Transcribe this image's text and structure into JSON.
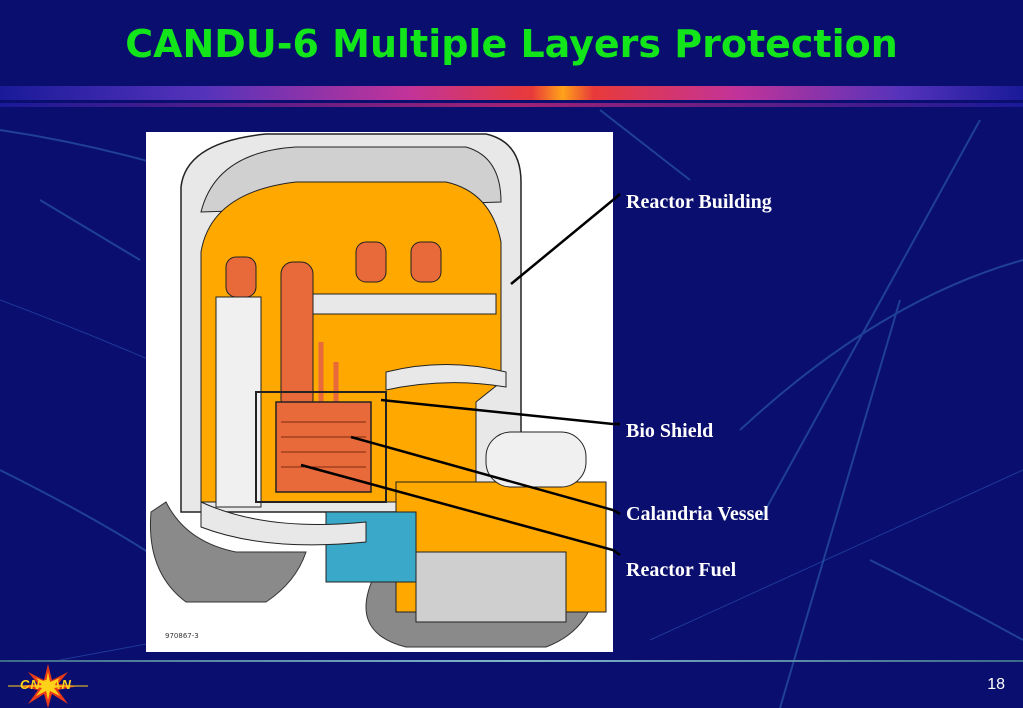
{
  "slide": {
    "title": "CANDU-6 Multiple Layers Protection",
    "page_number": "18",
    "logo_text": "CNCAN"
  },
  "diagram": {
    "figure_code": "970867-3",
    "callouts": [
      {
        "label": "Reactor Building"
      },
      {
        "label": "Bio Shield"
      },
      {
        "label": "Calandria Vessel"
      },
      {
        "label": "Reactor Fuel"
      }
    ]
  },
  "colors": {
    "background": "#0a0e6e",
    "title": "#13e51b",
    "building_interior": "#ffa800",
    "components": "#e8693a",
    "rock": "#8a8a8a"
  }
}
